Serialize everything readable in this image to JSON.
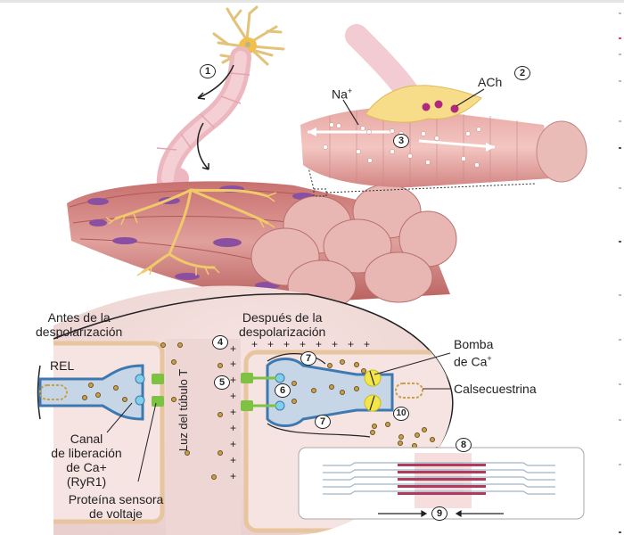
{
  "figure": {
    "title": "Acoplamiento excitación-contracción del músculo esquelético",
    "steps": [
      "1",
      "2",
      "3",
      "4",
      "5",
      "6",
      "7",
      "7",
      "8",
      "9",
      "10"
    ],
    "labels": {
      "na": "Na",
      "na_sup": "+",
      "ach": "ACh",
      "before_line1": "Antes de la",
      "before_line2": "despolarización",
      "after_line1": "Después de la",
      "after_line2": "despolarización",
      "rel": "REL",
      "t_tubule": "Luz del túbulo T",
      "ca_pump_line1": "Bomba",
      "ca_pump_line2": "de Ca",
      "ca_pump_sup": "+",
      "calsequestrin": "Calsecuestrina",
      "ryr_line1": "Canal",
      "ryr_line2": "de liberación",
      "ryr_line3": "de Ca+",
      "ryr_line4": "(RyR1)",
      "sensor_line1": "Proteína sensora",
      "sensor_line2": "de voltaje"
    },
    "colors": {
      "muscle": "#d98a8a",
      "muscle_end": "#e9b7b3",
      "nucleus": "#8a4fa0",
      "nerve": "#f0c96a",
      "axon": "#f2c6cc",
      "membrane": "#e8c9a8",
      "cytosol": "#f3dcdc",
      "sr": "#b9cfe3",
      "sr_border": "#3d78b0",
      "ryr": "#7fd0e8",
      "dhpr": "#7dc242",
      "pump": "#f2e64a",
      "calcium": "#c8a04a",
      "ach_vesicle": "#b0297a",
      "actin": "#a0b4c8",
      "myosin": "#b23a5c"
    }
  }
}
